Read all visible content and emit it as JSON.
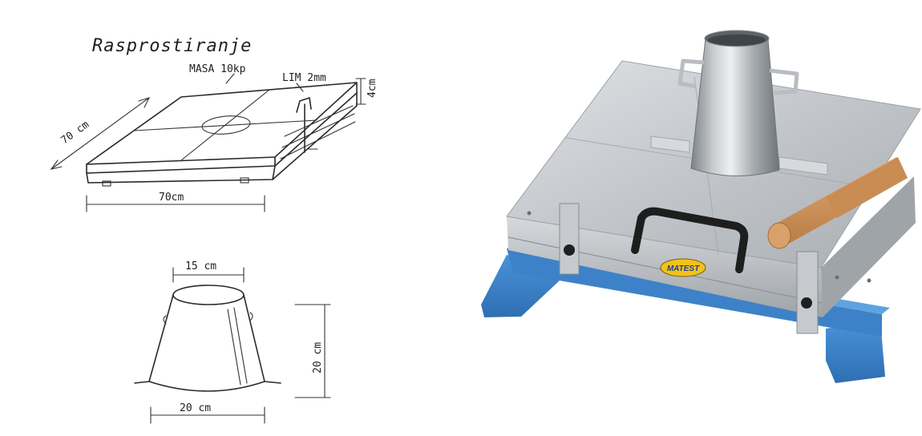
{
  "drawing": {
    "title": "Rasprostiranje",
    "mass_label": "MASA 10kp",
    "sheet_label": "LIM 2mm",
    "height_label": "4cm",
    "plate_depth": "70 cm",
    "plate_width": "70cm",
    "cone_top": "15 cm",
    "cone_bottom": "20 cm",
    "cone_height": "20 cm"
  },
  "photo": {
    "brand": "MATEST"
  },
  "colors": {
    "base_blue": "#3f86cf",
    "steel": "#c4c8cc",
    "wood": "#d39a62"
  }
}
